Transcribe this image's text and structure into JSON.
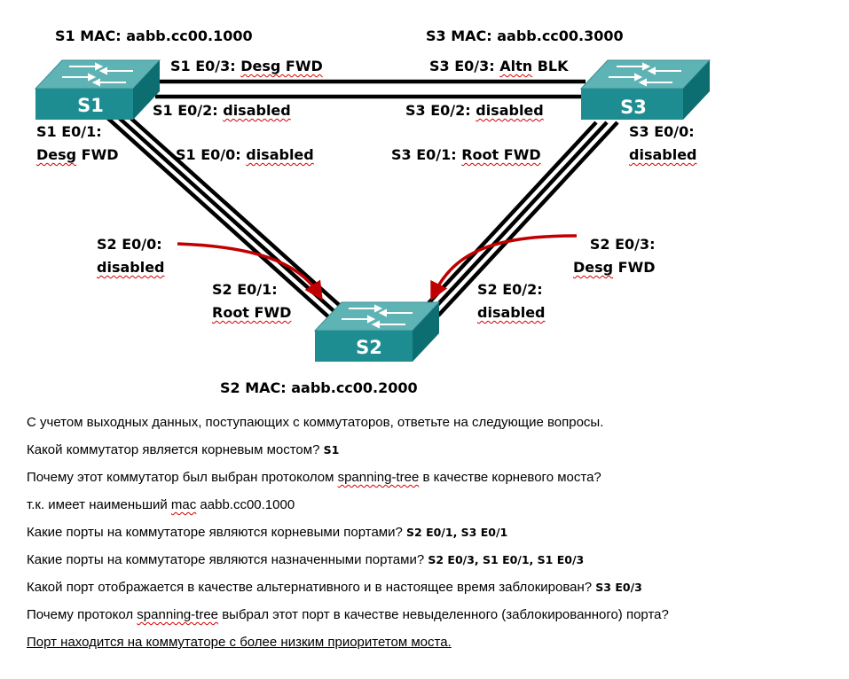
{
  "diagram": {
    "switches": {
      "s1": {
        "name": "S1",
        "mac": "S1 MAC: aabb.cc00.1000"
      },
      "s2": {
        "name": "S2",
        "mac": "S2 MAC: aabb.cc00.2000"
      },
      "s3": {
        "name": "S3",
        "mac": "S3 MAC: aabb.cc00.3000"
      }
    },
    "ports": {
      "s1_e03": {
        "prefix": "S1 E0/3: ",
        "state": "Desg FWD"
      },
      "s1_e02": {
        "prefix": "S1 E0/2: ",
        "state": "disabled"
      },
      "s1_e01": {
        "line1": "S1 E0/1:",
        "word1": "Desg",
        "word2": " FWD"
      },
      "s1_e00": {
        "prefix": "S1 E0/0: ",
        "state": "disabled"
      },
      "s3_e03": {
        "prefix": "S3 E0/3: ",
        "word1": "Altn",
        "word2": " BLK"
      },
      "s3_e02": {
        "prefix": "S3 E0/2: ",
        "state": "disabled"
      },
      "s3_e01": {
        "prefix": "S3 E0/1: ",
        "state": "Root FWD"
      },
      "s3_e00": {
        "line1": "S3 E0/0:",
        "line2": "disabled"
      },
      "s2_e00": {
        "line1": "S2 E0/0:",
        "line2": "disabled"
      },
      "s2_e01": {
        "line1": "S2 E0/1:",
        "line2": "Root FWD"
      },
      "s2_e02": {
        "line1": "S2 E0/2:",
        "line2": "disabled"
      },
      "s2_e03": {
        "line1": "S2 E0/3:",
        "word1": "Desg",
        "word2": " FWD"
      }
    }
  },
  "qa": {
    "intro": "С учетом выходных данных, поступающих с коммутаторов, ответьте на следующие вопросы.",
    "q1": "Какой коммутатор является корневым мостом? ",
    "a1": "S1",
    "q2a": "Почему этот коммутатор был выбран протоколом ",
    "q2term": "spanning-tree",
    "q2b": " в качестве корневого моста?",
    "a2a": "т.к. имеет наименьший ",
    "a2term": "mac",
    "a2b": " aabb.cc00.1000",
    "q3": "Какие порты на коммутаторе являются корневыми портами? ",
    "a3": "S2 E0/1, S3 E0/1",
    "q4": "Какие порты на коммутаторе являются назначенными портами? ",
    "a4": "S2 E0/3, S1 E0/1, S1 E0/3",
    "q5": "Какой порт отображается в качестве альтернативного и в настоящее время заблокирован? ",
    "a5": "S3 E0/3",
    "q6a": "Почему протокол ",
    "q6term": "spanning-tree",
    "q6b": " выбрал этот порт в качестве невыделенного (заблокированного) порта?",
    "a6": "Порт находится на коммутаторе с более низким приоритетом моста."
  },
  "colors": {
    "switch_top": "#5eb3b4",
    "switch_front": "#1d8d91",
    "switch_side": "#0d6e72",
    "arrow": "#c00000"
  }
}
